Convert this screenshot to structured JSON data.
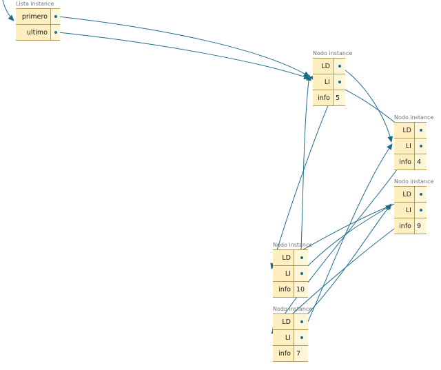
{
  "diagram": {
    "edge_color": "#1e6c8c",
    "header_bg": "#fdefc0",
    "value_bg": "#fdf6d9",
    "objects": [
      {
        "id": "lista",
        "title": "Lista instance",
        "fields": [
          {
            "name": "primero",
            "value": "",
            "pointer": "n5"
          },
          {
            "name": "ultimo",
            "value": "",
            "pointer": "n5"
          }
        ]
      },
      {
        "id": "n5",
        "title": "Nodo instance",
        "fields": [
          {
            "name": "LD",
            "value": "",
            "pointer": "n4"
          },
          {
            "name": "LI",
            "value": "",
            "pointer": "n10"
          },
          {
            "name": "info",
            "value": "5"
          }
        ]
      },
      {
        "id": "n4",
        "title": "Nodo instance",
        "fields": [
          {
            "name": "LD",
            "value": "",
            "pointer": "n7"
          },
          {
            "name": "LI",
            "value": "",
            "pointer": "n5"
          },
          {
            "name": "info",
            "value": "4"
          }
        ]
      },
      {
        "id": "n9",
        "title": "Nodo instance",
        "fields": [
          {
            "name": "LD",
            "value": "",
            "pointer": "n10"
          },
          {
            "name": "LI",
            "value": "",
            "pointer": "n7"
          },
          {
            "name": "info",
            "value": "9"
          }
        ]
      },
      {
        "id": "n10",
        "title": "Nodo instance",
        "fields": [
          {
            "name": "LD",
            "value": "",
            "pointer": "n5"
          },
          {
            "name": "LI",
            "value": "",
            "pointer": "n9"
          },
          {
            "name": "info",
            "value": "10"
          }
        ]
      },
      {
        "id": "n7",
        "title": "Nodo instance",
        "fields": [
          {
            "name": "LD",
            "value": "",
            "pointer": "n9"
          },
          {
            "name": "LI",
            "value": "",
            "pointer": "n4"
          },
          {
            "name": "info",
            "value": "7"
          }
        ]
      }
    ]
  }
}
